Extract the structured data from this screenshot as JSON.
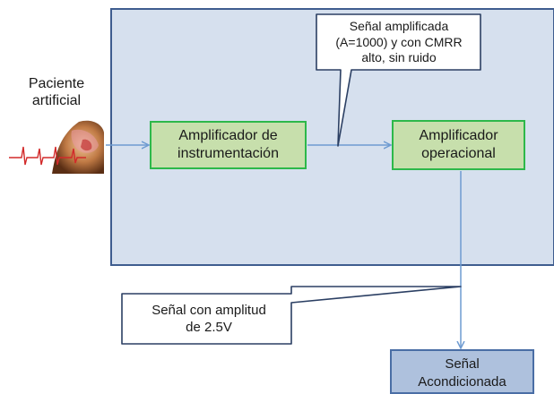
{
  "patient": {
    "label_line1": "Paciente",
    "label_line2": "artificial"
  },
  "blocks": {
    "instrumentation_amp": {
      "line1": "Amplificador de",
      "line2": "instrumentación"
    },
    "operational_amp": {
      "line1": "Amplificador",
      "line2": "operacional"
    },
    "output": {
      "line1": "Señal",
      "line2": "Acondicionada"
    }
  },
  "callouts": {
    "amplified_signal": {
      "line1": "Señal amplificada",
      "line2": "(A=1000) y con CMRR",
      "line3": "alto, sin ruido"
    },
    "amplitude": {
      "line1": "Señal con amplitud",
      "line2": "de 2.5V"
    }
  },
  "colors": {
    "system_fill": "#d6e0ee",
    "system_border": "#3f5d8f",
    "block_fill": "#c7dfac",
    "block_border": "#2db84a",
    "output_fill": "#aec1dd",
    "arrow": "#6f9bd1"
  }
}
